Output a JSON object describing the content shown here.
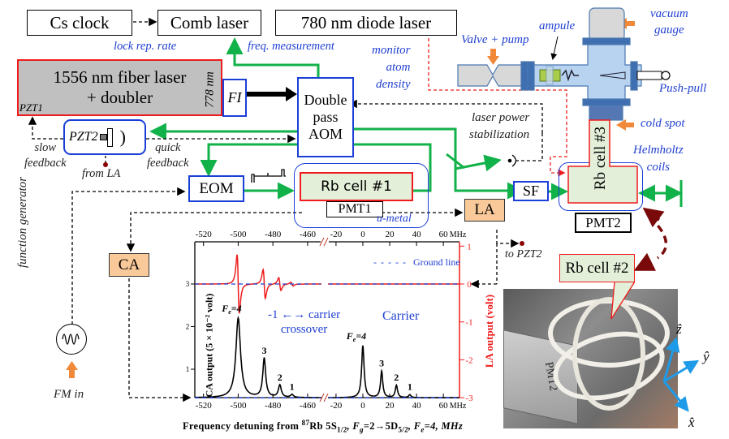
{
  "boxes": {
    "cs_clock": "Cs clock",
    "comb_laser": "Comb laser",
    "diode_laser": "780 nm diode laser",
    "fiber_laser_line1": "1556 nm fiber laser",
    "fiber_laser_line2": "+ doubler",
    "pzt1": "PZT1",
    "wavelength_778": "778 nm",
    "fi": "FI",
    "aom_line1": "Double",
    "aom_line2": "pass",
    "aom_line3": "AOM",
    "pzt2": "PZT2",
    "eom": "EOM",
    "rb_cell_1": "Rb cell #1",
    "pmt1": "PMT1",
    "u_metal": "u-metal",
    "la": "LA",
    "sf": "SF",
    "rb_cell_3": "Rb cell #3",
    "pmt2": "PMT2",
    "ca": "CA",
    "rb_cell_2": "Rb cell #2"
  },
  "labels": {
    "lock_rep_rate": "lock rep. rate",
    "freq_measurement": "freq. measurement",
    "monitor_line1": "monitor",
    "monitor_line2": "atom",
    "monitor_line3": "density",
    "valve_pump": "Valve + pump",
    "ampule": "ampule",
    "vacuum_line1": "vacuum",
    "vacuum_line2": "gauge",
    "push_pull": "Push-pull",
    "cold_spot": "cold spot",
    "helmholtz_line1": "Helmholtz",
    "helmholtz_line2": "coils",
    "laser_power_line1": "laser power",
    "laser_power_line2": "stabilization",
    "slow_fb_line1": "slow",
    "slow_fb_line2": "feedback",
    "quick_fb_line1": "quick",
    "quick_fb_line2": "feedback",
    "from_la": "from LA",
    "to_pzt2": "to PZT2",
    "function_generator": "function generator",
    "fm_in": "FM in",
    "axis_z": "ẑ",
    "axis_y": "ŷ",
    "axis_x": "x̂",
    "photo_pmt2": "PMT2"
  },
  "colors": {
    "beam_green": "#12b24a",
    "frame_blue": "#1a3fd6",
    "cell_red": "#ee1c1c",
    "cell_fill": "#e3efd9",
    "amp_orange": "#f9c99a",
    "arrow_orange": "#f08a3a",
    "dark_red": "#7a0a0a",
    "axis_blue": "#1e9be8"
  },
  "chart_data": {
    "type": "line",
    "xlabel": "Frequency detuning from 87Rb 5S1/2, Fg=2→5D5/2, Fe=4, MHz",
    "xlabel_parts": {
      "a": "Frequency detuning  from ",
      "sup": "87",
      "b": "Rb 5S",
      "sub1": "1/2",
      "c": ", F",
      "sub2": "g",
      "d": "=2→5D",
      "sub3": "5/2",
      "e": ", F",
      "sub4": "e",
      "f": "=4, MHz"
    },
    "ylabel_left": "CA output (5 × 10⁻² volt)",
    "ylabel_right": "LA output (volt)",
    "x_unit": "MHz",
    "x_segments": [
      {
        "range": [
          -525,
          -452
        ],
        "ticks": [
          -520,
          -500,
          -480,
          -460
        ]
      },
      {
        "range": [
          -26,
          72
        ],
        "ticks": [
          -20,
          0,
          20,
          40,
          60
        ]
      }
    ],
    "y_left": {
      "range": [
        0.33,
        4.0
      ],
      "ticks": [
        1,
        2,
        3
      ]
    },
    "y_right": {
      "range": [
        -3,
        1
      ],
      "ticks": [
        1,
        0,
        -1,
        -2,
        -3
      ]
    },
    "legend": {
      "entries": [
        "Ground line"
      ],
      "position": "top-right"
    },
    "annotations": {
      "crossover_title": "-1 ←→ carrier",
      "crossover_sub": "crossover",
      "carrier": "Carrier",
      "fe4_left": "Fe=4",
      "fe4_right": "Fe=4",
      "peak3": "3",
      "peak2": "2",
      "peak1": "1"
    },
    "series": [
      {
        "name": "CA output",
        "axis": "left",
        "color": "#000000",
        "baseline": 0.33,
        "peaks": [
          {
            "x": -500,
            "y": 2.2,
            "label": "Fe=4",
            "width": 1.6
          },
          {
            "x": -485,
            "y": 1.25,
            "label": "3",
            "width": 1.0
          },
          {
            "x": -476,
            "y": 0.62,
            "label": "2",
            "width": 1.0
          },
          {
            "x": -469,
            "y": 0.4,
            "label": "1",
            "width": 1.0
          },
          {
            "x": 0,
            "y": 1.55,
            "label": "Fe=4",
            "width": 1.1
          },
          {
            "x": 14,
            "y": 0.95,
            "label": "3",
            "width": 1.0
          },
          {
            "x": 25,
            "y": 0.62,
            "label": "2",
            "width": 1.0
          },
          {
            "x": 35,
            "y": 0.4,
            "label": "1",
            "width": 1.0
          }
        ]
      },
      {
        "name": "LA output",
        "axis": "right",
        "color": "#ee1c1c",
        "baseline": 0,
        "dispersive": [
          {
            "x": -500,
            "amp": 0.92
          },
          {
            "x": -485,
            "amp": 0.45
          },
          {
            "x": -476,
            "amp": 0.2
          },
          {
            "x": -469,
            "amp": 0.06
          }
        ]
      },
      {
        "name": "Ground line",
        "axis": "both",
        "color": "#1f3fd0",
        "style": "dashed",
        "values_left": 0.33,
        "values_right": 0
      }
    ]
  }
}
